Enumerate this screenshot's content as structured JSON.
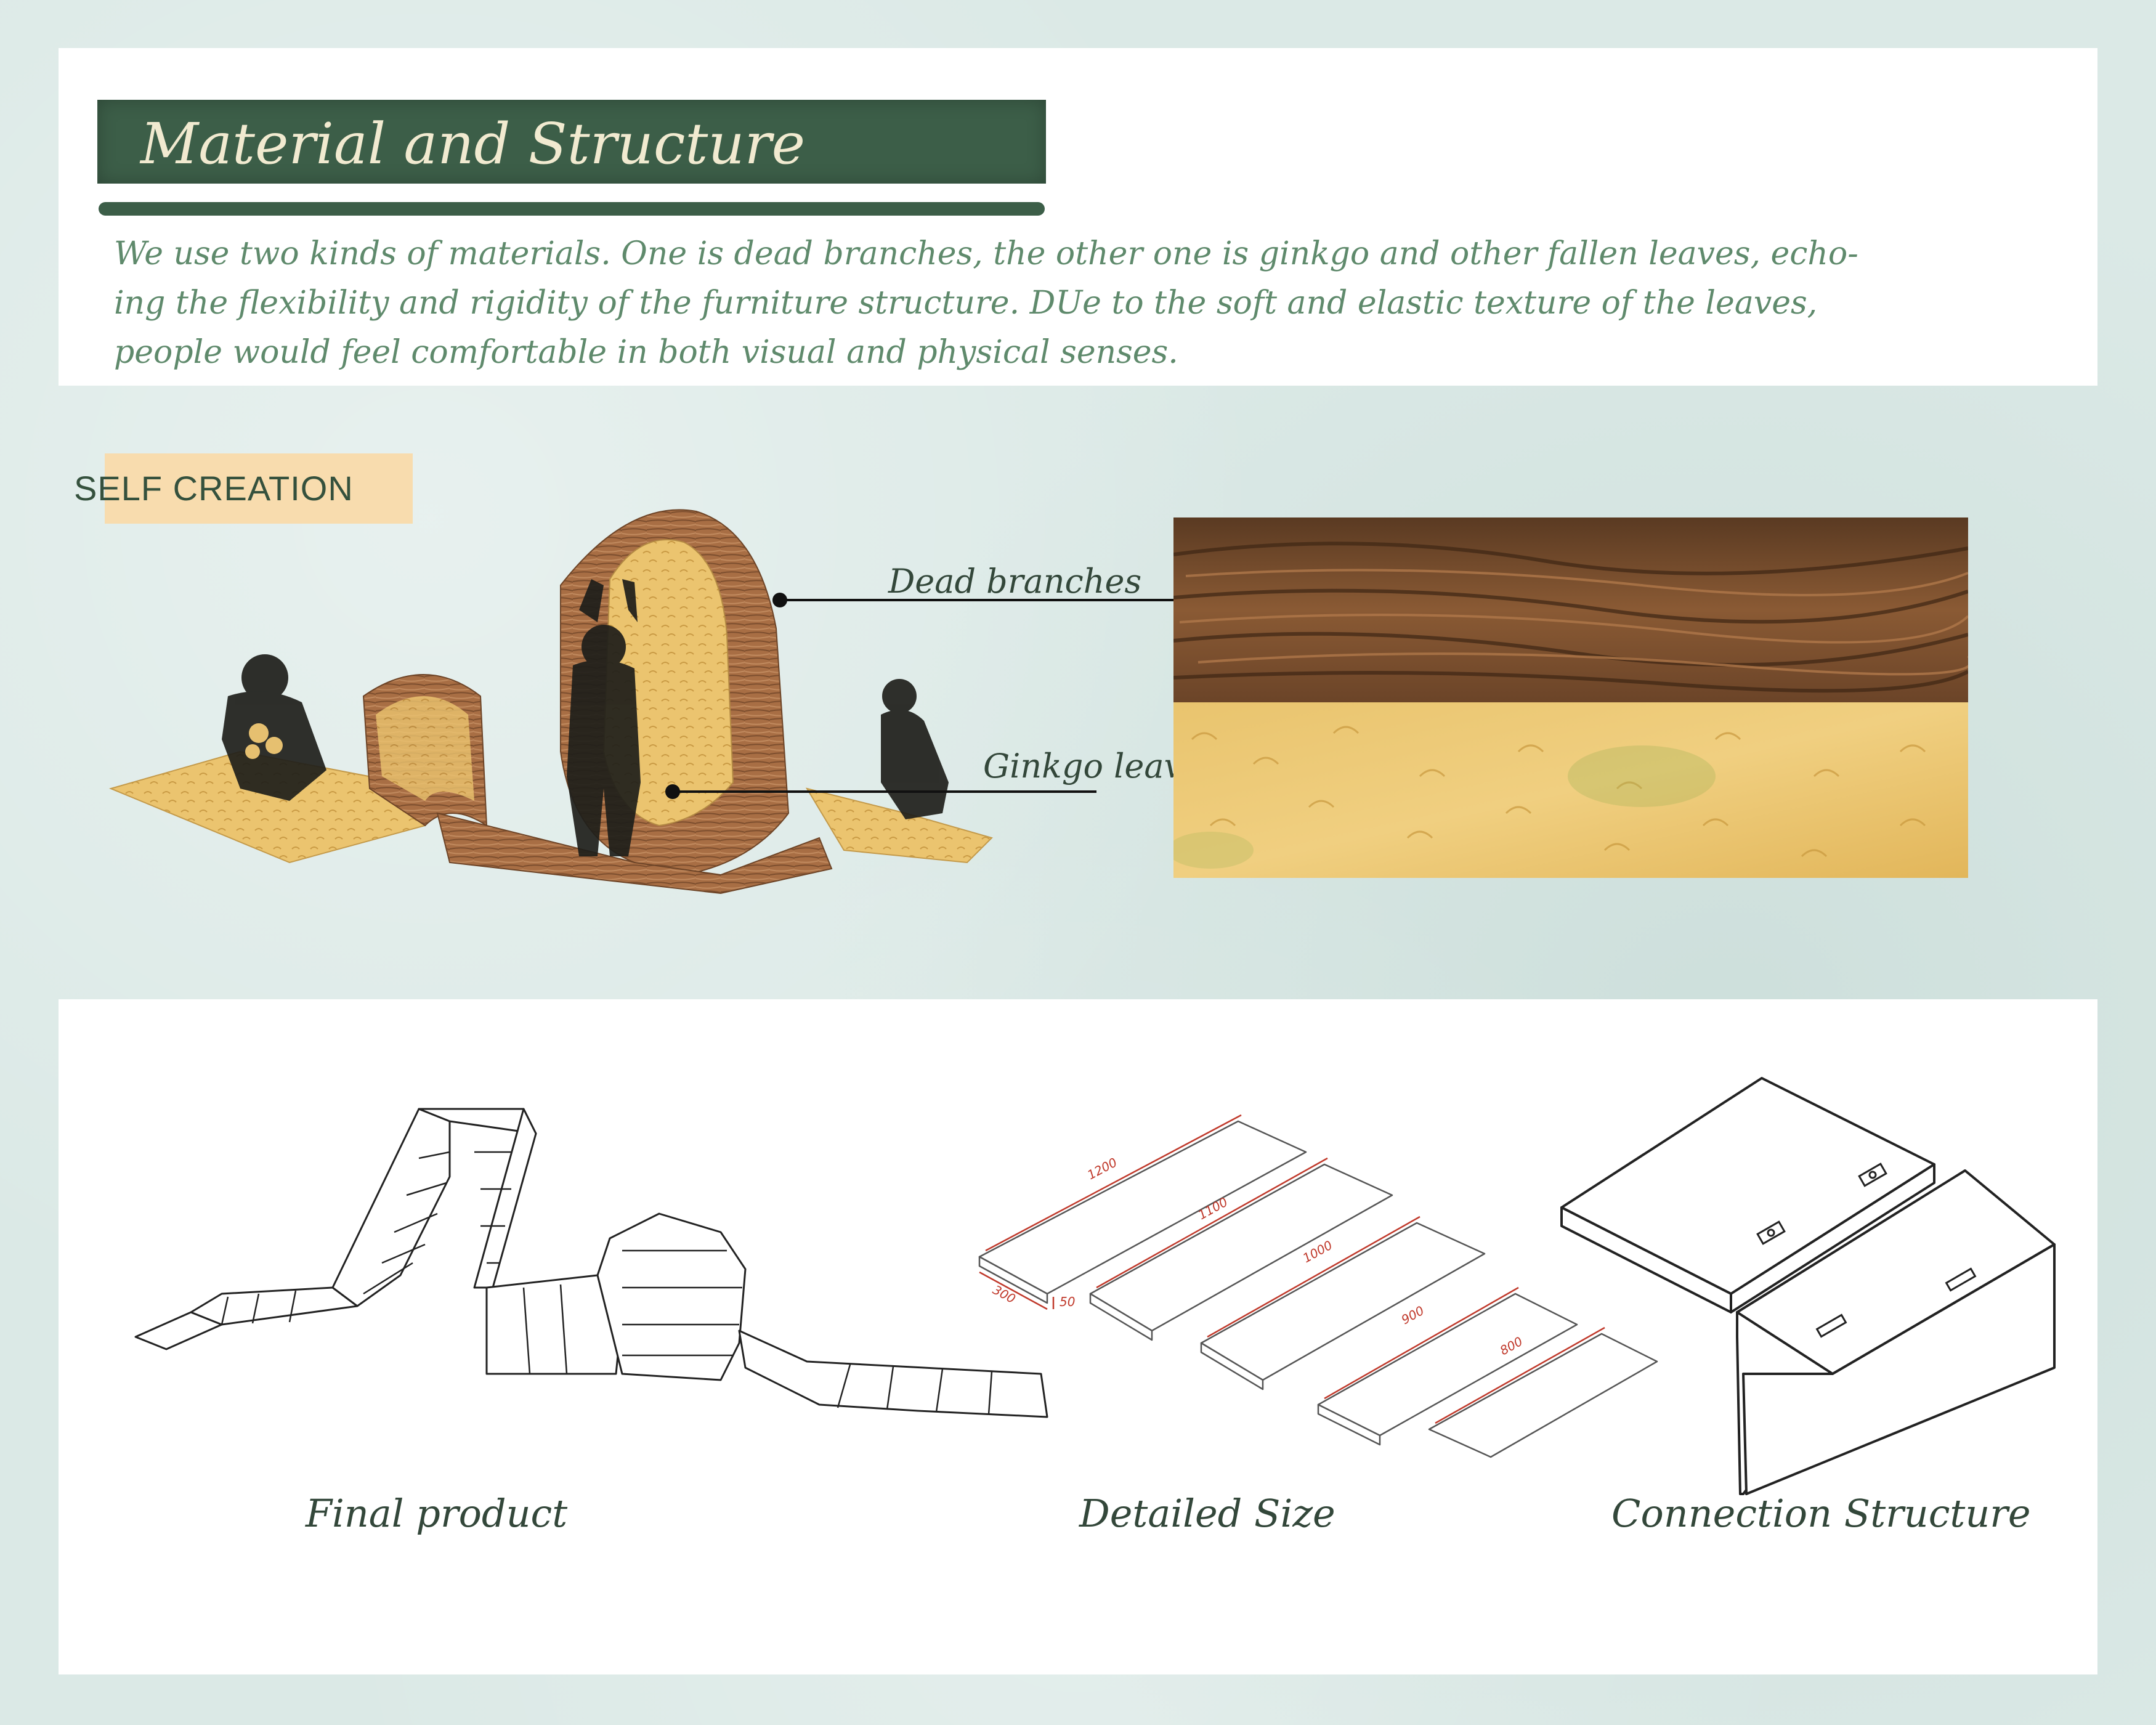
{
  "title": "Material and Structure",
  "intro_lines": [
    "We use two kinds of materials. One is dead branches, the other one is ginkgo and other fallen leaves, echo-",
    "ing the flexibility and rigidity of the furniture structure. DUe to the soft and elastic texture of the leaves,",
    "people would feel comfortable in both visual and physical senses."
  ],
  "section_heading": "SELF CREATION",
  "materials": {
    "dead_branches": "Dead branches",
    "ginkgo_leaves": "Ginkgo leaves"
  },
  "dimensions": {
    "widths": [
      "1200",
      "1100",
      "1000",
      "900",
      "800"
    ],
    "depth": "300",
    "thickness": "50"
  },
  "captions": {
    "final_product": "Final product",
    "detailed_size": "Detailed Size",
    "connection_structure": "Connection Structure"
  },
  "colors": {
    "title_bg": "#3c5e48",
    "title_text": "#f1ead0",
    "intro_text": "#5f8a6c",
    "highlight": "#f8dcae",
    "wood": "#9a6640",
    "leaves": "#e8bf68",
    "dimension_red": "#c0392b"
  }
}
